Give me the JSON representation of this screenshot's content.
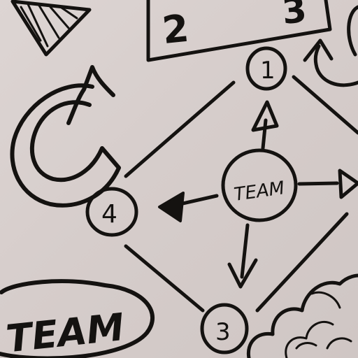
{
  "box_digits": [
    "2",
    "3"
  ],
  "nodes": {
    "top": "1",
    "left": "4",
    "bottom": "3",
    "center": "TEAM"
  },
  "bottom_left_label": "TEAM",
  "ink_color": "#141210",
  "paper_color": "#d8cfcd"
}
